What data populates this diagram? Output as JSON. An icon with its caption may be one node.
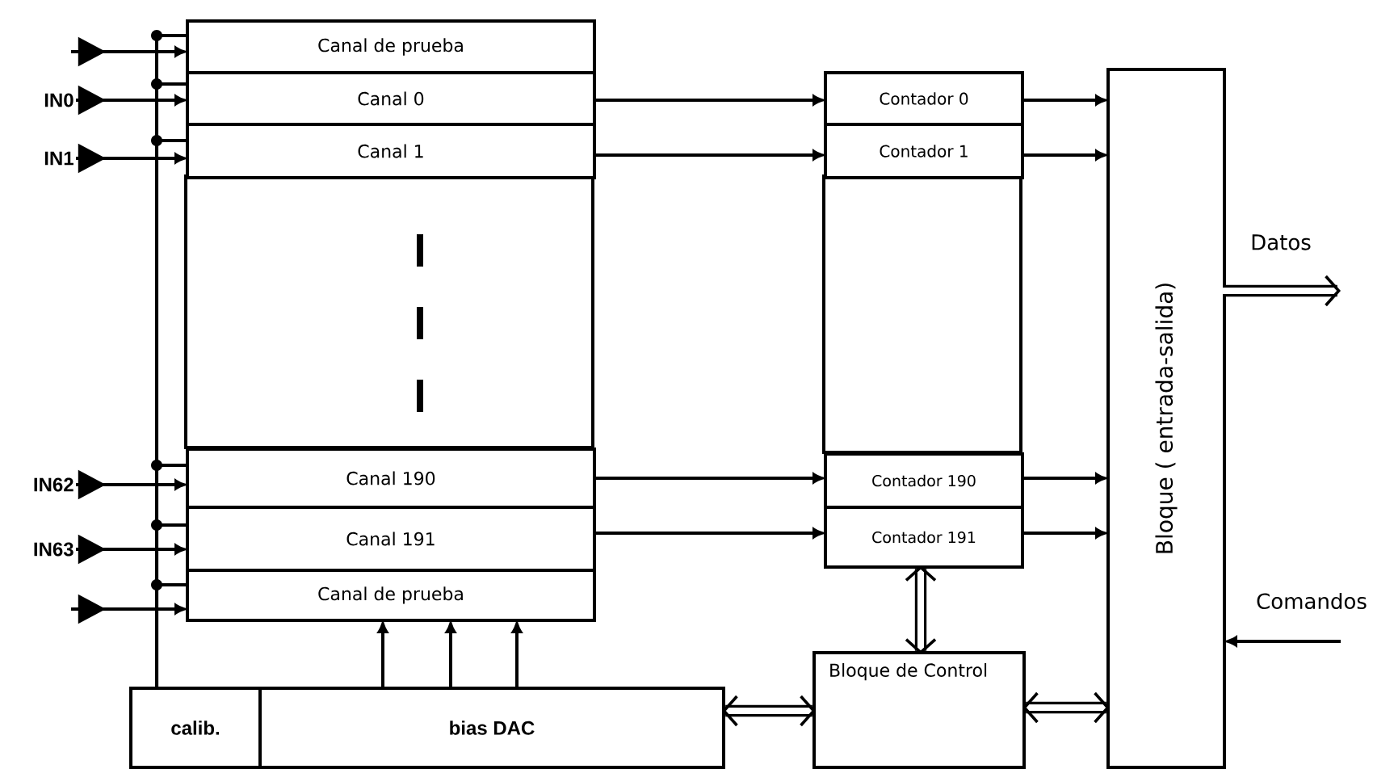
{
  "diagram": {
    "nodes": [
      {
        "text": [
          "Canal de prueba"
        ]
      },
      {
        "text": [
          "Canal 0"
        ]
      },
      {
        "text": [
          "Canal 1"
        ]
      },
      {
        "text": [
          "Canal 190"
        ]
      },
      {
        "text": [
          "Canal 191"
        ]
      },
      {
        "text": [
          "Canal de prueba"
        ]
      },
      {
        "text": [
          "Contador 0"
        ]
      },
      {
        "text": [
          "Contador 1"
        ]
      },
      {
        "text": [
          "Contador 190"
        ]
      },
      {
        "text": [
          "Contador 191"
        ]
      },
      {
        "text": [
          "Bloque ( entrada-salida)"
        ]
      },
      {
        "text": [
          "calib."
        ]
      },
      {
        "text": [
          "bias DAC"
        ]
      },
      {
        "text": [
          "Bloque de Control"
        ]
      },
      {
        "text": [
          "IN0"
        ]
      },
      {
        "text": [
          "IN1"
        ]
      },
      {
        "text": [
          "IN62"
        ]
      },
      {
        "text": [
          "IN63"
        ]
      }
    ],
    "edges": [
      {
        "from": null,
        "to": 0,
        "arrow": "to"
      },
      {
        "from": 14,
        "to": 1,
        "arrow": "to"
      },
      {
        "from": 15,
        "to": 2,
        "arrow": "to"
      },
      {
        "from": 16,
        "to": 3,
        "arrow": "to"
      },
      {
        "from": 17,
        "to": 4,
        "arrow": "to"
      },
      {
        "from": null,
        "to": 5,
        "arrow": "to"
      },
      {
        "from": 1,
        "to": 6,
        "arrow": "to"
      },
      {
        "from": 2,
        "to": 7,
        "arrow": "to"
      },
      {
        "from": 3,
        "to": 8,
        "arrow": "to"
      },
      {
        "from": 4,
        "to": 9,
        "arrow": "to"
      },
      {
        "from": 6,
        "to": 10,
        "arrow": "to"
      },
      {
        "from": 7,
        "to": 10,
        "arrow": "to"
      },
      {
        "from": 8,
        "to": 10,
        "arrow": "to"
      },
      {
        "from": 9,
        "to": 10,
        "arrow": "to"
      },
      {
        "from": 12,
        "to": 5,
        "arrow": "to"
      },
      {
        "from": 12,
        "to": 5,
        "arrow": "to"
      },
      {
        "from": 12,
        "to": 5,
        "arrow": "to"
      },
      {
        "from": 9,
        "to": 13,
        "arrow": "both",
        "style": "thick"
      },
      {
        "from": 12,
        "to": 13,
        "arrow": "both",
        "style": "thick"
      },
      {
        "from": 13,
        "to": 10,
        "arrow": "both",
        "style": "thick"
      },
      {
        "from": 10,
        "to": null,
        "arrow": "to",
        "style": "thick",
        "label": "Datos"
      },
      {
        "from": null,
        "to": 10,
        "arrow": "to",
        "label": "Comandos"
      },
      {
        "from": 11,
        "to": 0,
        "arrow": "none"
      },
      {
        "from": 11,
        "to": 1,
        "arrow": "none"
      },
      {
        "from": 11,
        "to": 2,
        "arrow": "none"
      },
      {
        "from": 11,
        "to": 3,
        "arrow": "none"
      },
      {
        "from": 11,
        "to": 4,
        "arrow": "none"
      },
      {
        "from": 11,
        "to": 5,
        "arrow": "none"
      }
    ]
  }
}
